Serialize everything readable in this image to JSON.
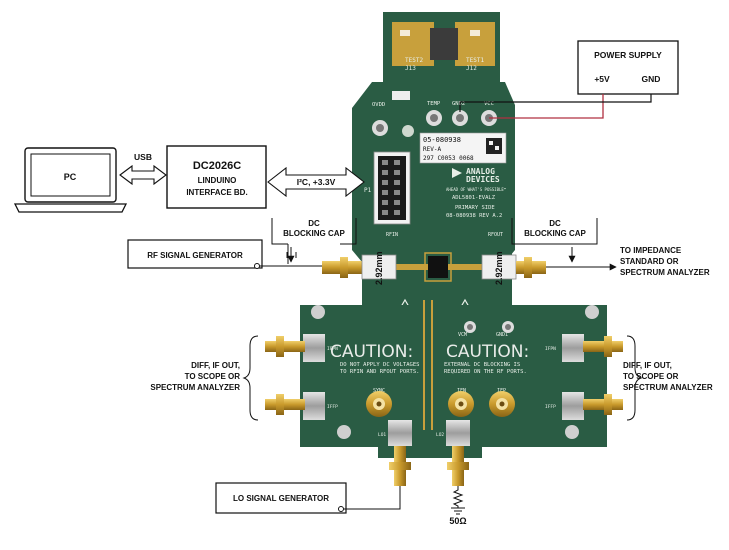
{
  "boxes": {
    "power_supply": {
      "title": "POWER SUPPLY",
      "plus": "+5V",
      "gnd": "GND"
    },
    "pc": {
      "label": "PC"
    },
    "dc2026c": {
      "line1": "DC2026C",
      "line2": "LINDUINO",
      "line3": "INTERFACE BD."
    },
    "rf_gen": {
      "label": "RF SIGNAL GENERATOR"
    },
    "lo_gen": {
      "label": "LO SIGNAL GENERATOR"
    }
  },
  "labels": {
    "usb": "USB",
    "i2c": "I²C, +3.3V",
    "dc_block_left": [
      "DC",
      "BLOCKING CAP"
    ],
    "dc_block_right": [
      "DC",
      "BLOCKING CAP"
    ],
    "impedance": [
      "TO IMPEDANCE",
      "STANDARD OR",
      "SPECTRUM ANALYZER"
    ],
    "diff_left": [
      "DIFF, IF OUT,",
      "TO SCOPE OR",
      "SPECTRUM ANALYZER"
    ],
    "diff_right": [
      "DIFF, IF OUT,",
      "TO SCOPE OR",
      "SPECTRUM ANALYZER"
    ],
    "ohm": "50Ω"
  },
  "board": {
    "test_pads": [
      "TEST2",
      "TEST1"
    ],
    "test_refs": [
      "J13",
      "J12"
    ],
    "top_pins": [
      "OVDD",
      "TEMP",
      "GND2",
      "VCC"
    ],
    "sticker": [
      "05-080938",
      "REV-A",
      "297  C0053  0068"
    ],
    "brand": [
      "ANALOG",
      "DEVICES"
    ],
    "model": [
      "AHEAD OF WHAT'S POSSIBLE™",
      "ADL5801-EVALZ",
      "PRIMARY SIDE",
      "08-080938 REV A.2"
    ],
    "header_refs": [
      "P1",
      "RFIN",
      "RFOUT"
    ],
    "caution_left": [
      "CAUTION:",
      "DO NOT APPLY DC VOLTAGES",
      "TO RFIN AND RFOUT PORTS."
    ],
    "caution_right": [
      "CAUTION:",
      "EXTERNAL DC BLOCKING IS",
      "REQUIRED ON THE RF PORTS."
    ],
    "conn_mm": "2.92mm",
    "pins_mid": [
      "SYNC",
      "IFN",
      "IFP",
      "VCM",
      "GND1"
    ],
    "pins_side": [
      "IFPN",
      "IFFP",
      "IFPN",
      "IFFP"
    ],
    "lo_refs": [
      "LO1",
      "LO2"
    ]
  },
  "colors": {
    "board_green": "#2a5c44",
    "board_dark": "#1d4633",
    "gold": "#c8a03c",
    "wire_red": "#b03040",
    "sma_gold": "#d4a83a"
  }
}
